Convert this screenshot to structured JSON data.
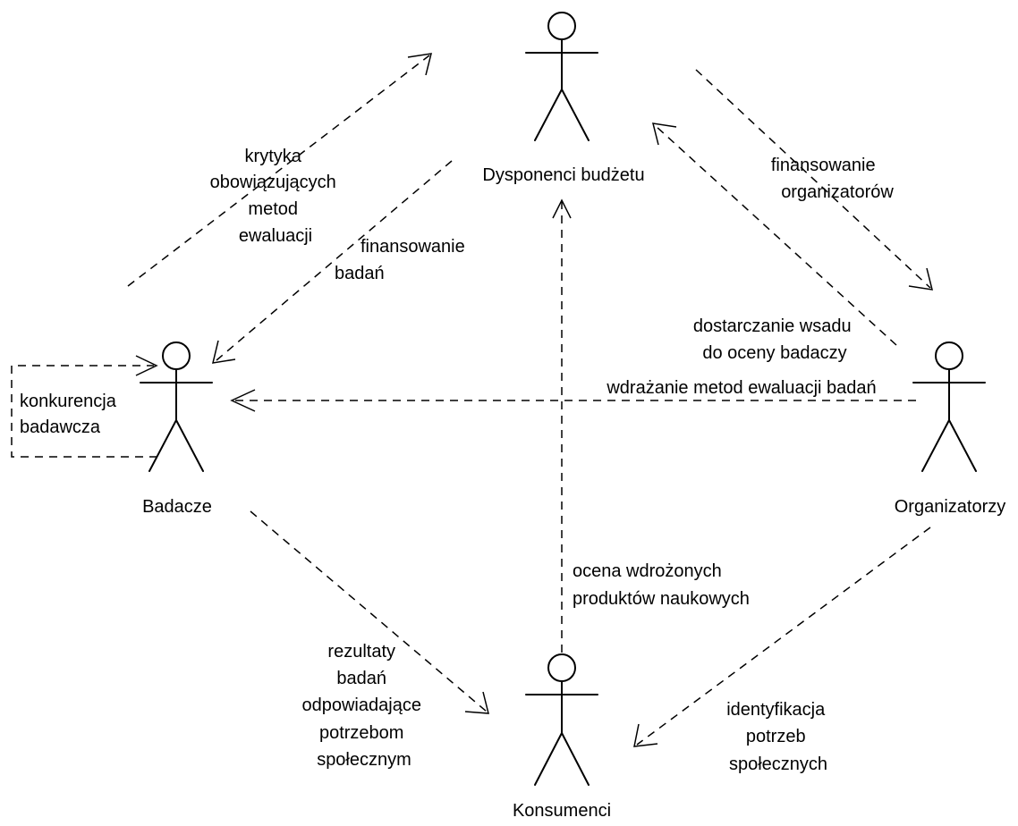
{
  "actors": {
    "dysponenci": "Dysponenci budżetu",
    "badacze": "Badacze",
    "organizatorzy": "Organizatorzy",
    "konsumenci": "Konsumenci"
  },
  "relations": {
    "krytyka": [
      "krytyka",
      "obowiązujących",
      "metod",
      "ewaluacji"
    ],
    "finansowanie_badan": [
      "finansowanie",
      "badań"
    ],
    "finansowanie_organizatorow": [
      "finansowanie",
      "organizatorów"
    ],
    "dostarczanie": [
      "dostarczanie wsadu",
      "do oceny badaczy"
    ],
    "wdrazanie": [
      "wdrażanie metod ewaluacji badań"
    ],
    "konkurencja": [
      "konkurencja",
      "badawcza"
    ],
    "ocena": [
      "ocena wdrożonych",
      "produktów naukowych"
    ],
    "rezultaty": [
      "rezultaty",
      "badań",
      "odpowiadające",
      "potrzebom",
      "społecznym"
    ],
    "identyfikacja": [
      "identyfikacja",
      "potrzeb",
      "społecznych"
    ]
  }
}
